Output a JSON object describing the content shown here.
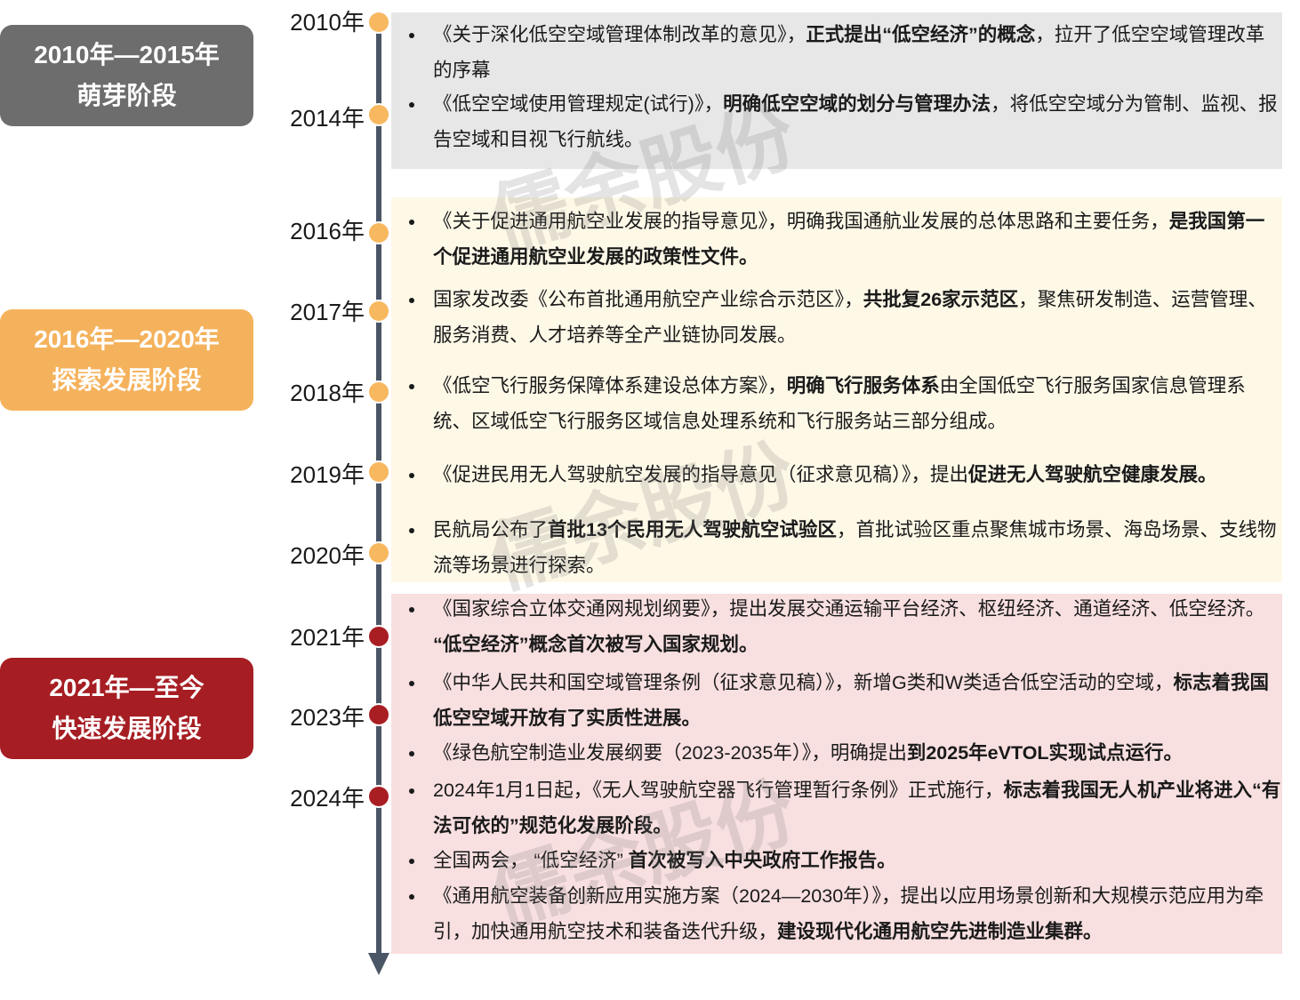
{
  "stages": [
    {
      "years": "2010年—2015年",
      "name": "萌芽阶段",
      "color": "#6D6D6D"
    },
    {
      "years": "2016年—2020年",
      "name": "探索发展阶段",
      "color": "#F5B25C"
    },
    {
      "years": "2021年—至今",
      "name": "快速发展阶段",
      "color": "#A61E23"
    }
  ],
  "axis_color": "#4A5565",
  "timeline": [
    {
      "label": "2010年",
      "dot_color": "#F7B85F"
    },
    {
      "label": "2014年",
      "dot_color": "#F7B85F"
    },
    {
      "label": "2016年",
      "dot_color": "#F7B85F"
    },
    {
      "label": "2017年",
      "dot_color": "#F7B85F"
    },
    {
      "label": "2018年",
      "dot_color": "#F7B85F"
    },
    {
      "label": "2019年",
      "dot_color": "#F7B85F"
    },
    {
      "label": "2020年",
      "dot_color": "#F7B85F"
    },
    {
      "label": "2021年",
      "dot_color": "#A81E23"
    },
    {
      "label": "2023年",
      "dot_color": "#A81E23"
    },
    {
      "label": "2024年",
      "dot_color": "#A81E23"
    }
  ],
  "panels": [
    {
      "color": "#E7E7E8",
      "items": [
        [
          "《关于深化低空空域管理体制改革的意见》，",
          "正式提出“低空经济”的概念",
          "，拉开了低空空域管理改革的序幕"
        ],
        [
          "《低空空域使用管理规定(试行)》，",
          "明确低空空域的划分与管理办法",
          "，将低空空域分为管制、监视、报告空域和目视飞行航线。"
        ]
      ]
    },
    {
      "color": "#FEF8E7",
      "items": [
        [
          "《关于促进通用航空业发展的指导意见》，明确我国通航业发展的总体思路和主要任务，",
          "是我国第一个促进通用航空业发展的政策性文件。"
        ],
        [
          "国家发改委《公布首批通用航空产业综合示范区》，",
          "共批复26家示范区",
          "，聚焦研发制造、运营管理、服务消费、人才培养等全产业链协同发展。"
        ],
        [
          "《低空飞行服务保障体系建设总体方案》，",
          "明确飞行服务体系",
          "由全国低空飞行服务国家信息管理系统、区域低空飞行服务区域信息处理系统和飞行服务站三部分组成。"
        ],
        [
          "《促进民用无人驾驶航空发展的指导意见（征求意见稿）》，提出",
          "促进无人驾驶航空健康发展。"
        ],
        [
          "民航局公布了",
          "首批13个民用无人驾驶航空试验区",
          "，首批试验区重点聚焦城市场景、海岛场景、支线物流等场景进行探索。"
        ]
      ]
    },
    {
      "color": "#F8DFE0",
      "items": [
        [
          "《国家综合立体交通网规划纲要》，提出发展交通运输平台经济、枢纽经济、通道经济、低空经济。 ",
          "“低空经济”概念首次被写入国家规划。"
        ],
        [
          "《中华人民共和国空域管理条例（征求意见稿）》，新增G类和W类适合低空活动的空域，",
          "标志着我国低空空域开放有了实质性进展。"
        ],
        [
          "《绿色航空制造业发展纲要（2023-2035年）》，明确提出",
          "到2025年eVTOL实现试点运行。"
        ],
        [
          "2024年1月1日起，《无人驾驶航空器飞行管理暂行条例》正式施行，",
          "标志着我国无人机产业将进入“有法可依的”规范化发展阶段。"
        ],
        [
          "全国两会， “低空经济” ",
          "首次被写入中央政府工作报告。"
        ],
        [
          "《通用航空装备创新应用实施方案（2024—2030年）》，提出以应用场景创新和大规模示范应用为牵引，加快通用航空技术和装备迭代升级，",
          "建设现代化通用航空先进制造业集群。"
        ]
      ]
    }
  ],
  "watermark": "儒余股份"
}
